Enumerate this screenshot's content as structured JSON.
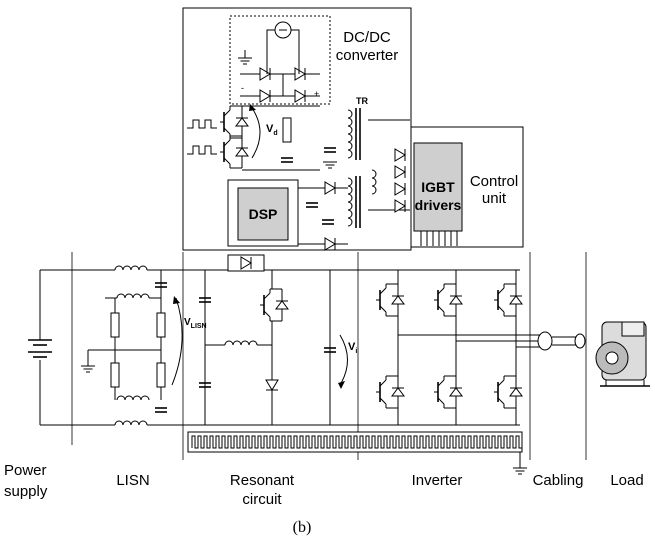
{
  "figure": {
    "caption": "(b)",
    "blocks": {
      "dcdc": [
        "DC/DC",
        "converter"
      ],
      "control": [
        "Control",
        "unit"
      ],
      "igbt": [
        "IGBT",
        "drivers"
      ],
      "dsp": "DSP",
      "transformer": "TR"
    },
    "sections": [
      "Power supply",
      "LISN",
      "Resonant circuit",
      "Inverter",
      "Cabling",
      "Load"
    ],
    "section_lines": {
      "power": [
        "Power",
        "supply"
      ],
      "lisn": [
        "LISN"
      ],
      "resonant": [
        "Resonant",
        "circuit"
      ],
      "inverter": [
        "Inverter"
      ],
      "cabling": [
        "Cabling"
      ],
      "load": [
        "Load"
      ]
    },
    "voltages": {
      "vd": {
        "main": "V",
        "sub": "d"
      },
      "vlisn": {
        "main": "V",
        "sub": "LISN"
      },
      "vi": {
        "main": "V",
        "sub": "i"
      }
    },
    "polarity": {
      "minus": "-",
      "plus": "+"
    }
  }
}
